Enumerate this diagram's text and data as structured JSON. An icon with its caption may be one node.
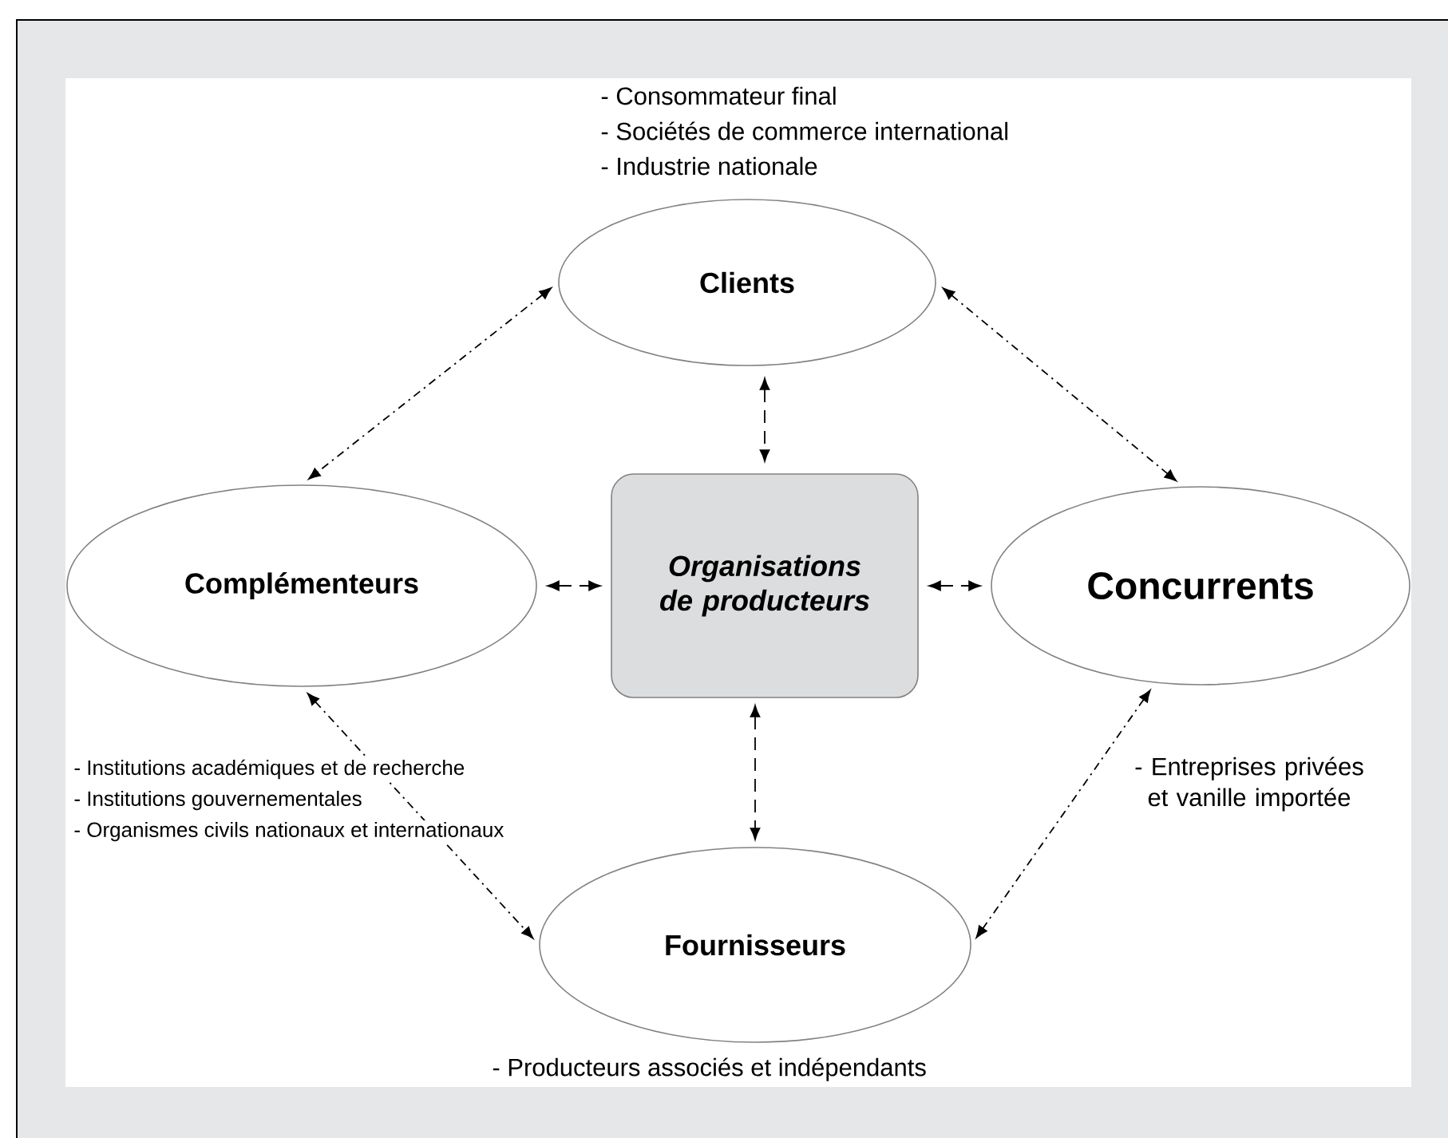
{
  "diagram": {
    "nodes": [
      {
        "text": [
          "Clients"
        ],
        "beside": [
          "- Consommateur final",
          "- Sociétés de commerce international",
          "- Industrie nationale"
        ]
      },
      {
        "text": [
          "Complémenteurs"
        ],
        "beside": [
          "- Institutions académiques et de recherche",
          "- Institutions gouvernementales",
          "- Organismes civils nationaux et internationaux"
        ]
      },
      {
        "text": [
          "Organisations de producteurs"
        ]
      },
      {
        "text": [
          "Concurrents"
        ],
        "beside": [
          "- Entreprises privées et vanille importée"
        ]
      },
      {
        "text": [
          "Fournisseurs"
        ],
        "beside": [
          "- Producteurs associés et indépendants"
        ]
      }
    ],
    "edges": [
      {
        "from": 0,
        "to": 1,
        "arrow": "both"
      },
      {
        "from": 0,
        "to": 3,
        "arrow": "both"
      },
      {
        "from": 0,
        "to": 2,
        "arrow": "both",
        "style": "dashed"
      },
      {
        "from": 1,
        "to": 2,
        "arrow": "both",
        "style": "dashed"
      },
      {
        "from": 2,
        "to": 3,
        "arrow": "both",
        "style": "dashed"
      },
      {
        "from": 2,
        "to": 4,
        "arrow": "both",
        "style": "dashed"
      },
      {
        "from": 1,
        "to": 4,
        "arrow": "both"
      },
      {
        "from": 3,
        "to": 4,
        "arrow": "both"
      }
    ]
  }
}
